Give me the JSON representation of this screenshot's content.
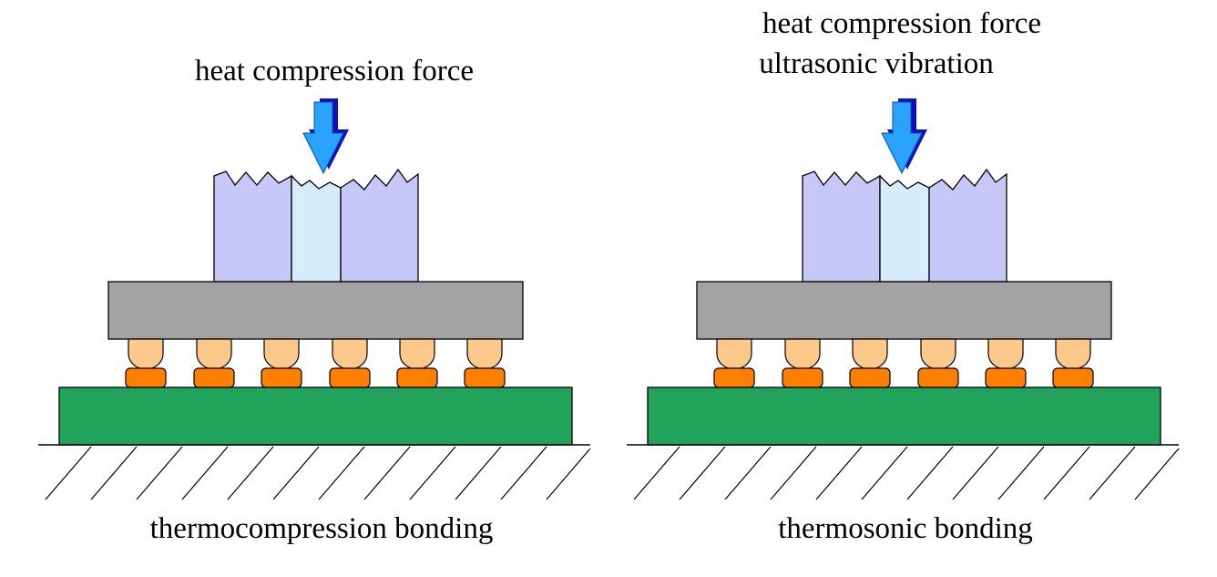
{
  "colors": {
    "tool_side": "#c8c8f8",
    "tool_center": "#d6ecfb",
    "chip": "#a3a3a3",
    "bump": "#fdc98a",
    "pad": "#ff8000",
    "substrate": "#22a35b",
    "arrow": "#2aa3ff",
    "arrow_shadow": "#1010c0"
  },
  "left_panel": {
    "force_label": "heat compression force",
    "caption": "thermocompression bonding"
  },
  "right_panel": {
    "force_label_line1": "heat compression force",
    "force_label_line2": "ultrasonic vibration",
    "caption": "thermosonic bonding"
  }
}
